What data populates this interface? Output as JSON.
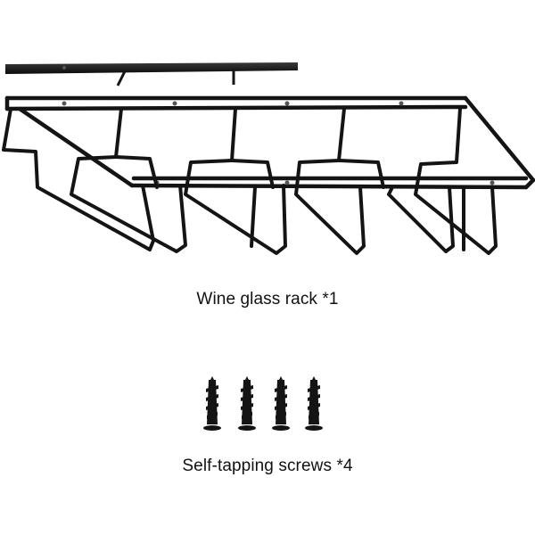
{
  "image": {
    "background": "#ffffff",
    "product_color": "#141414",
    "rack_caption": "Wine glass rack  *1",
    "screws_caption": "Self-tapping screws *4",
    "screw_count": 4
  }
}
